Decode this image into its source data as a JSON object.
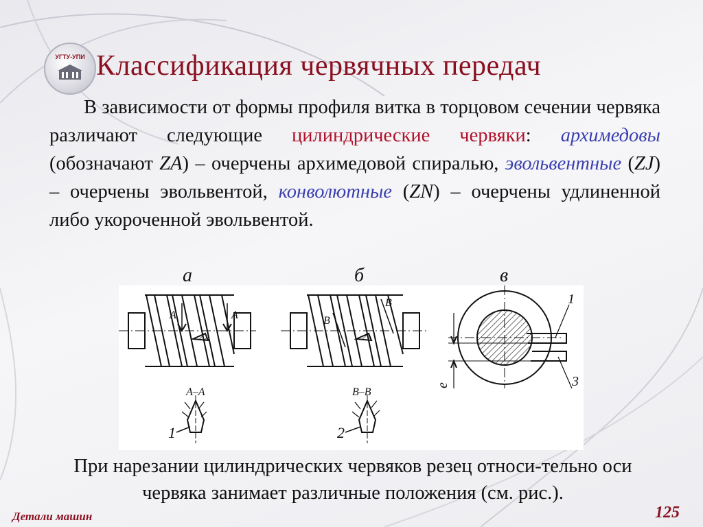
{
  "title": "Классификация червячных передач",
  "logo": {
    "text": "УГТУ-УПИ"
  },
  "paragraph": {
    "p1": "В зависимости от формы профиля витка в торцовом сечении червяка различают следующие ",
    "red1": "цилиндрические червяки",
    "p2": ": ",
    "blue1": "архимедовы",
    "p3": " (обозначают ",
    "code1": "ZA",
    "p4": ") – очерчены архимедовой спиралью, ",
    "blue2": "эвольвентные",
    "p5": " (",
    "code2": "ZJ",
    "p6": ")  – очерчены эвольвентой, ",
    "blue3": "конволютные",
    "p7": " (",
    "code3": "ZN",
    "p8": ") – очерчены удлиненной либо укороченной эвольвентой."
  },
  "figure": {
    "label_a": "а",
    "label_b": "б",
    "label_v": "в",
    "sec_a": "А–А",
    "sec_b": "В–В",
    "mark_a": "А",
    "mark_b": "В",
    "num1": "1",
    "num2": "2",
    "num3": "3",
    "letter_e": "e"
  },
  "bottom_text": "При нарезании цилиндрических червяков резец относи-тельно оси червяка занимает различные положения (см. рис.).",
  "footer": {
    "left": "Детали машин",
    "page": "125"
  },
  "colors": {
    "title": "#8a1020",
    "accent_red": "#b0102a",
    "accent_blue": "#3a3fb0"
  }
}
